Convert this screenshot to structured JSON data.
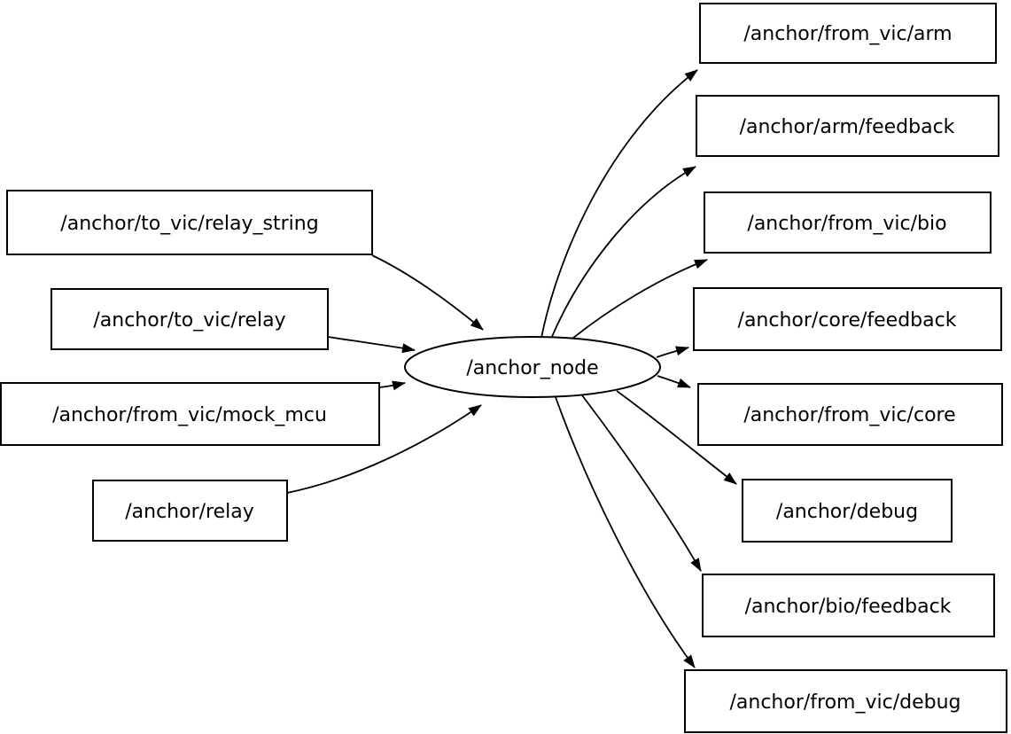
{
  "graph": {
    "type": "ros-node-graph",
    "center_node": {
      "label": "/anchor_node",
      "shape": "ellipse"
    },
    "inputs": [
      {
        "label": "/anchor/to_vic/relay_string"
      },
      {
        "label": "/anchor/to_vic/relay"
      },
      {
        "label": "/anchor/from_vic/mock_mcu"
      },
      {
        "label": "/anchor/relay"
      }
    ],
    "outputs": [
      {
        "label": "/anchor/from_vic/arm"
      },
      {
        "label": "/anchor/arm/feedback"
      },
      {
        "label": "/anchor/from_vic/bio"
      },
      {
        "label": "/anchor/core/feedback"
      },
      {
        "label": "/anchor/from_vic/core"
      },
      {
        "label": "/anchor/debug"
      },
      {
        "label": "/anchor/bio/feedback"
      },
      {
        "label": "/anchor/from_vic/debug"
      }
    ],
    "edges": [
      {
        "from": "/anchor/to_vic/relay_string",
        "to": "/anchor_node"
      },
      {
        "from": "/anchor/to_vic/relay",
        "to": "/anchor_node"
      },
      {
        "from": "/anchor/from_vic/mock_mcu",
        "to": "/anchor_node"
      },
      {
        "from": "/anchor/relay",
        "to": "/anchor_node"
      },
      {
        "from": "/anchor_node",
        "to": "/anchor/from_vic/arm"
      },
      {
        "from": "/anchor_node",
        "to": "/anchor/arm/feedback"
      },
      {
        "from": "/anchor_node",
        "to": "/anchor/from_vic/bio"
      },
      {
        "from": "/anchor_node",
        "to": "/anchor/core/feedback"
      },
      {
        "from": "/anchor_node",
        "to": "/anchor/from_vic/core"
      },
      {
        "from": "/anchor_node",
        "to": "/anchor/debug"
      },
      {
        "from": "/anchor_node",
        "to": "/anchor/bio/feedback"
      },
      {
        "from": "/anchor_node",
        "to": "/anchor/from_vic/debug"
      }
    ],
    "colors": {
      "background": "#ffffff",
      "node_fill": "#ffffff",
      "node_stroke": "#000000",
      "edge": "#000000",
      "text": "#000000"
    }
  }
}
